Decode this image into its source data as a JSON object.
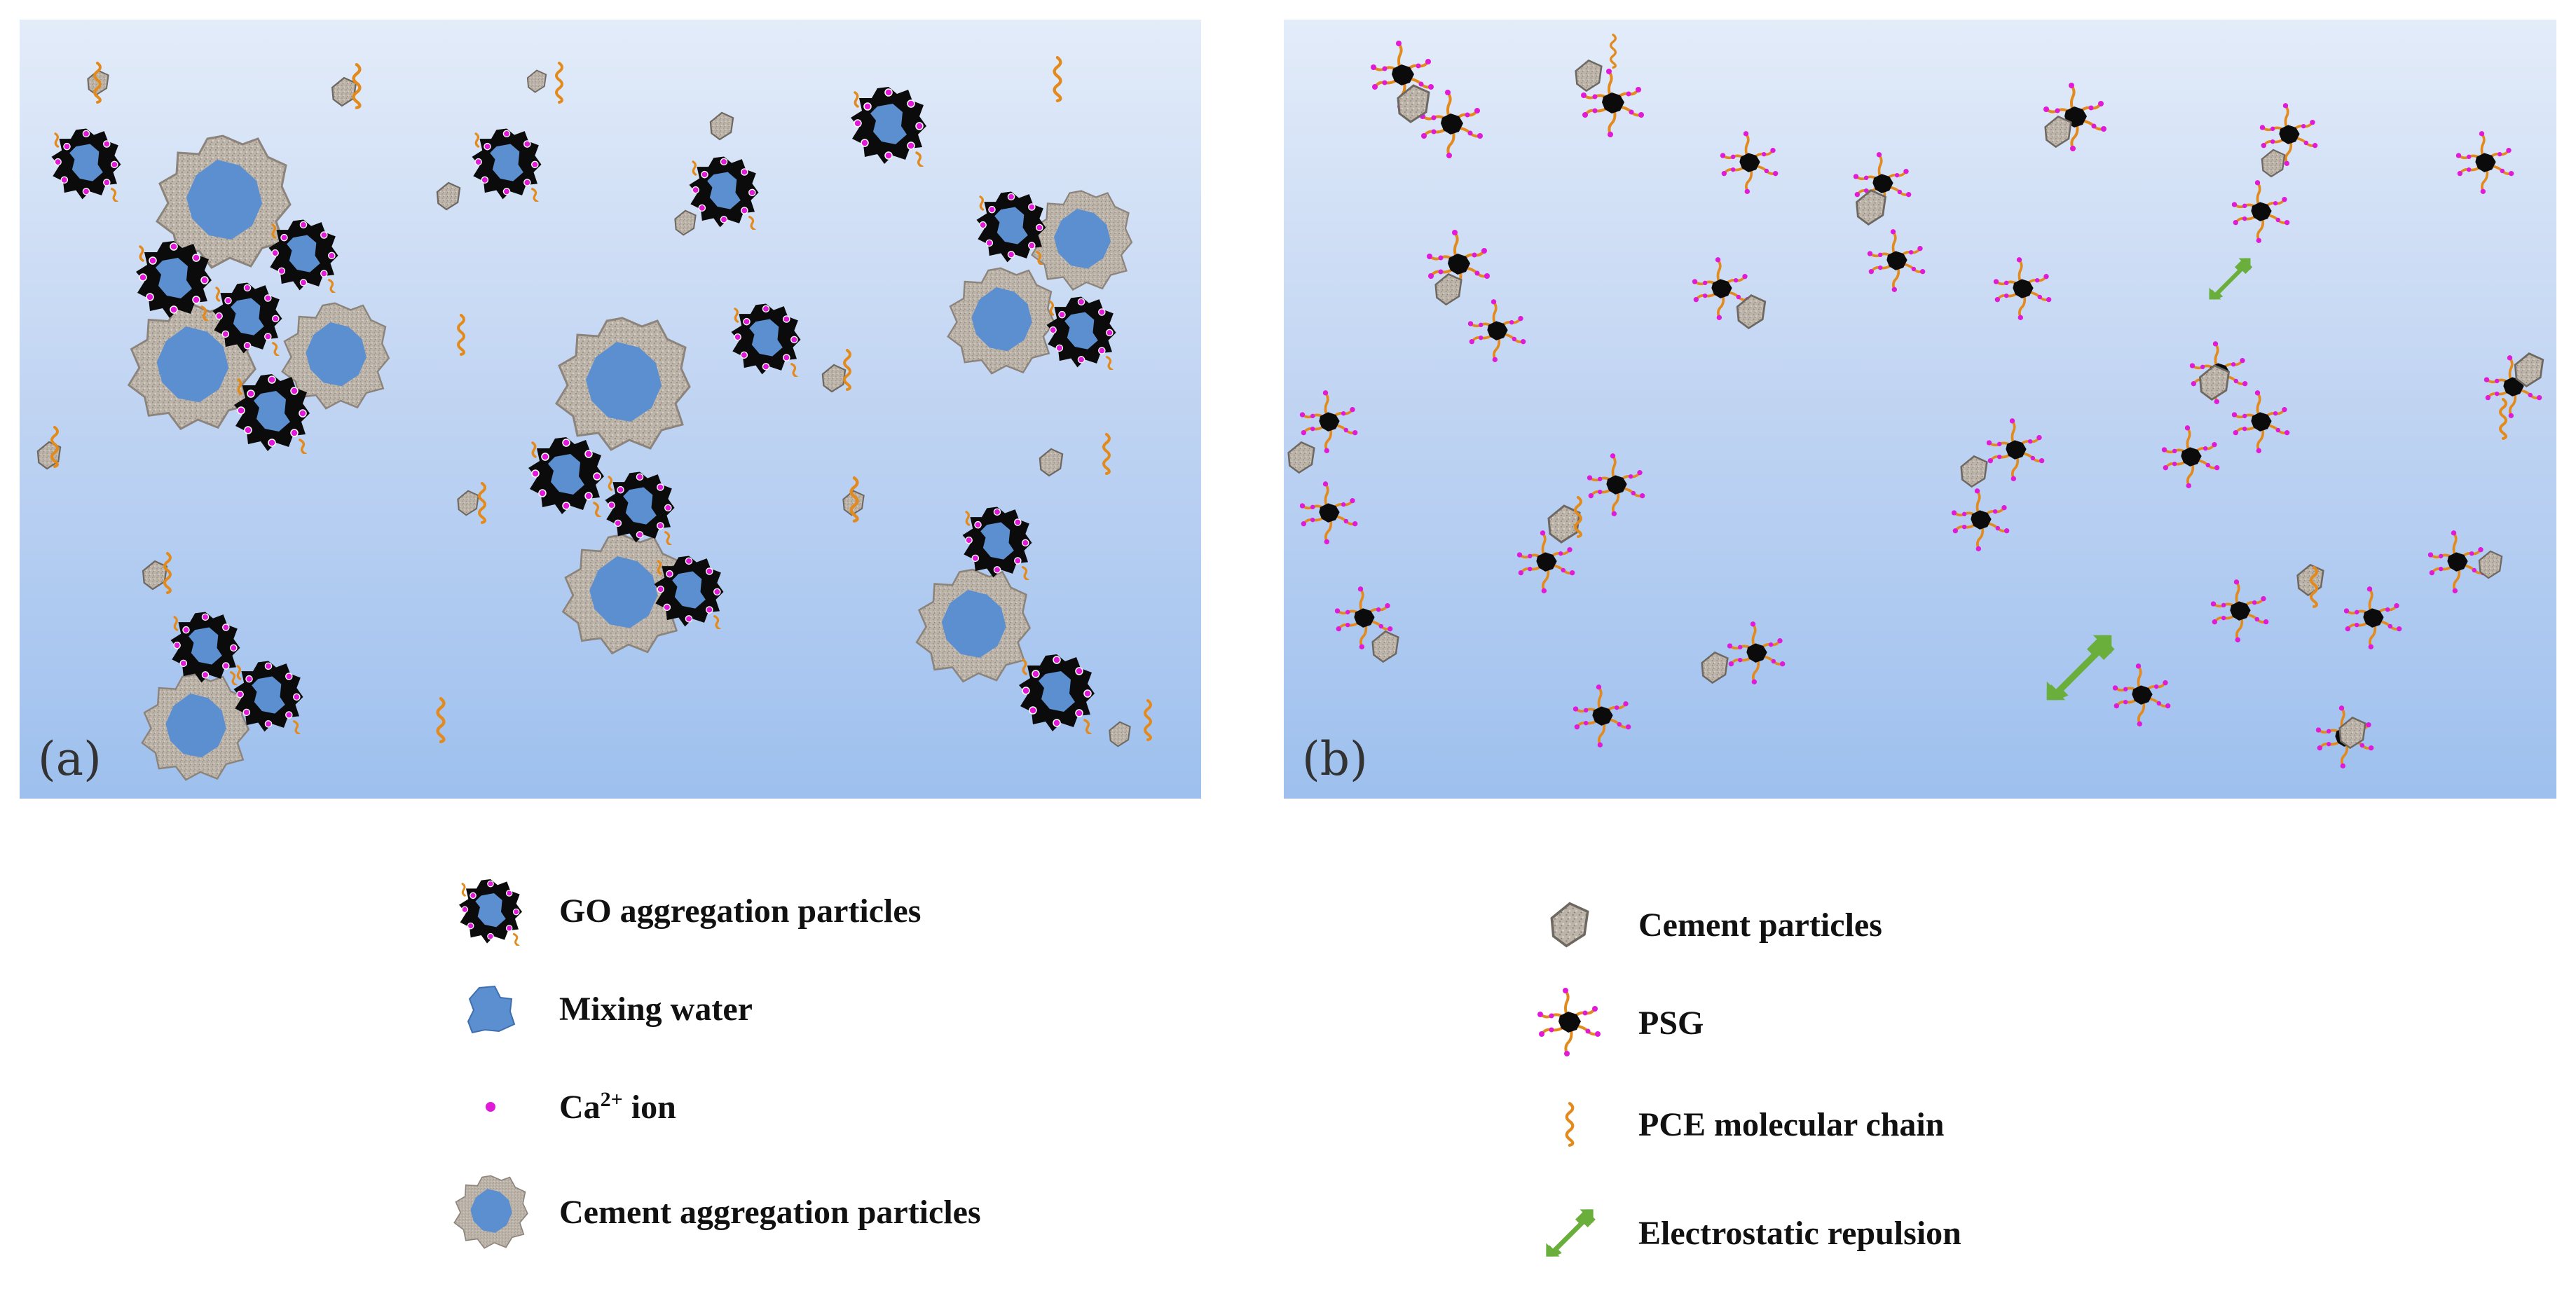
{
  "panels": {
    "a": {
      "label": "(a)"
    },
    "b": {
      "label": "(b)"
    }
  },
  "legend": {
    "left": [
      {
        "icon": "go-aggregation-icon",
        "text": "GO aggregation particles"
      },
      {
        "icon": "mixing-water-icon",
        "text": "Mixing water"
      },
      {
        "icon": "ca-ion-icon",
        "text_main": "Ca",
        "text_sup": "2+",
        "text_tail": " ion"
      },
      {
        "icon": "cement-aggregation-icon",
        "text": "Cement aggregation particles"
      }
    ],
    "right": [
      {
        "icon": "cement-particle-icon",
        "text": "Cement particles"
      },
      {
        "icon": "psg-icon",
        "text": "PSG"
      },
      {
        "icon": "pce-chain-icon",
        "text": "PCE molecular chain"
      },
      {
        "icon": "electrostatic-repulsion-icon",
        "text": "Electrostatic repulsion"
      }
    ]
  },
  "colors": {
    "go_black": "#0b0b0b",
    "water_blue": "#5b8fd0",
    "ca_magenta": "#e01ad6",
    "pce_orange": "#e38a1c",
    "cement_gray": "#b7aea4",
    "repulsion_green": "#6aae3c"
  }
}
